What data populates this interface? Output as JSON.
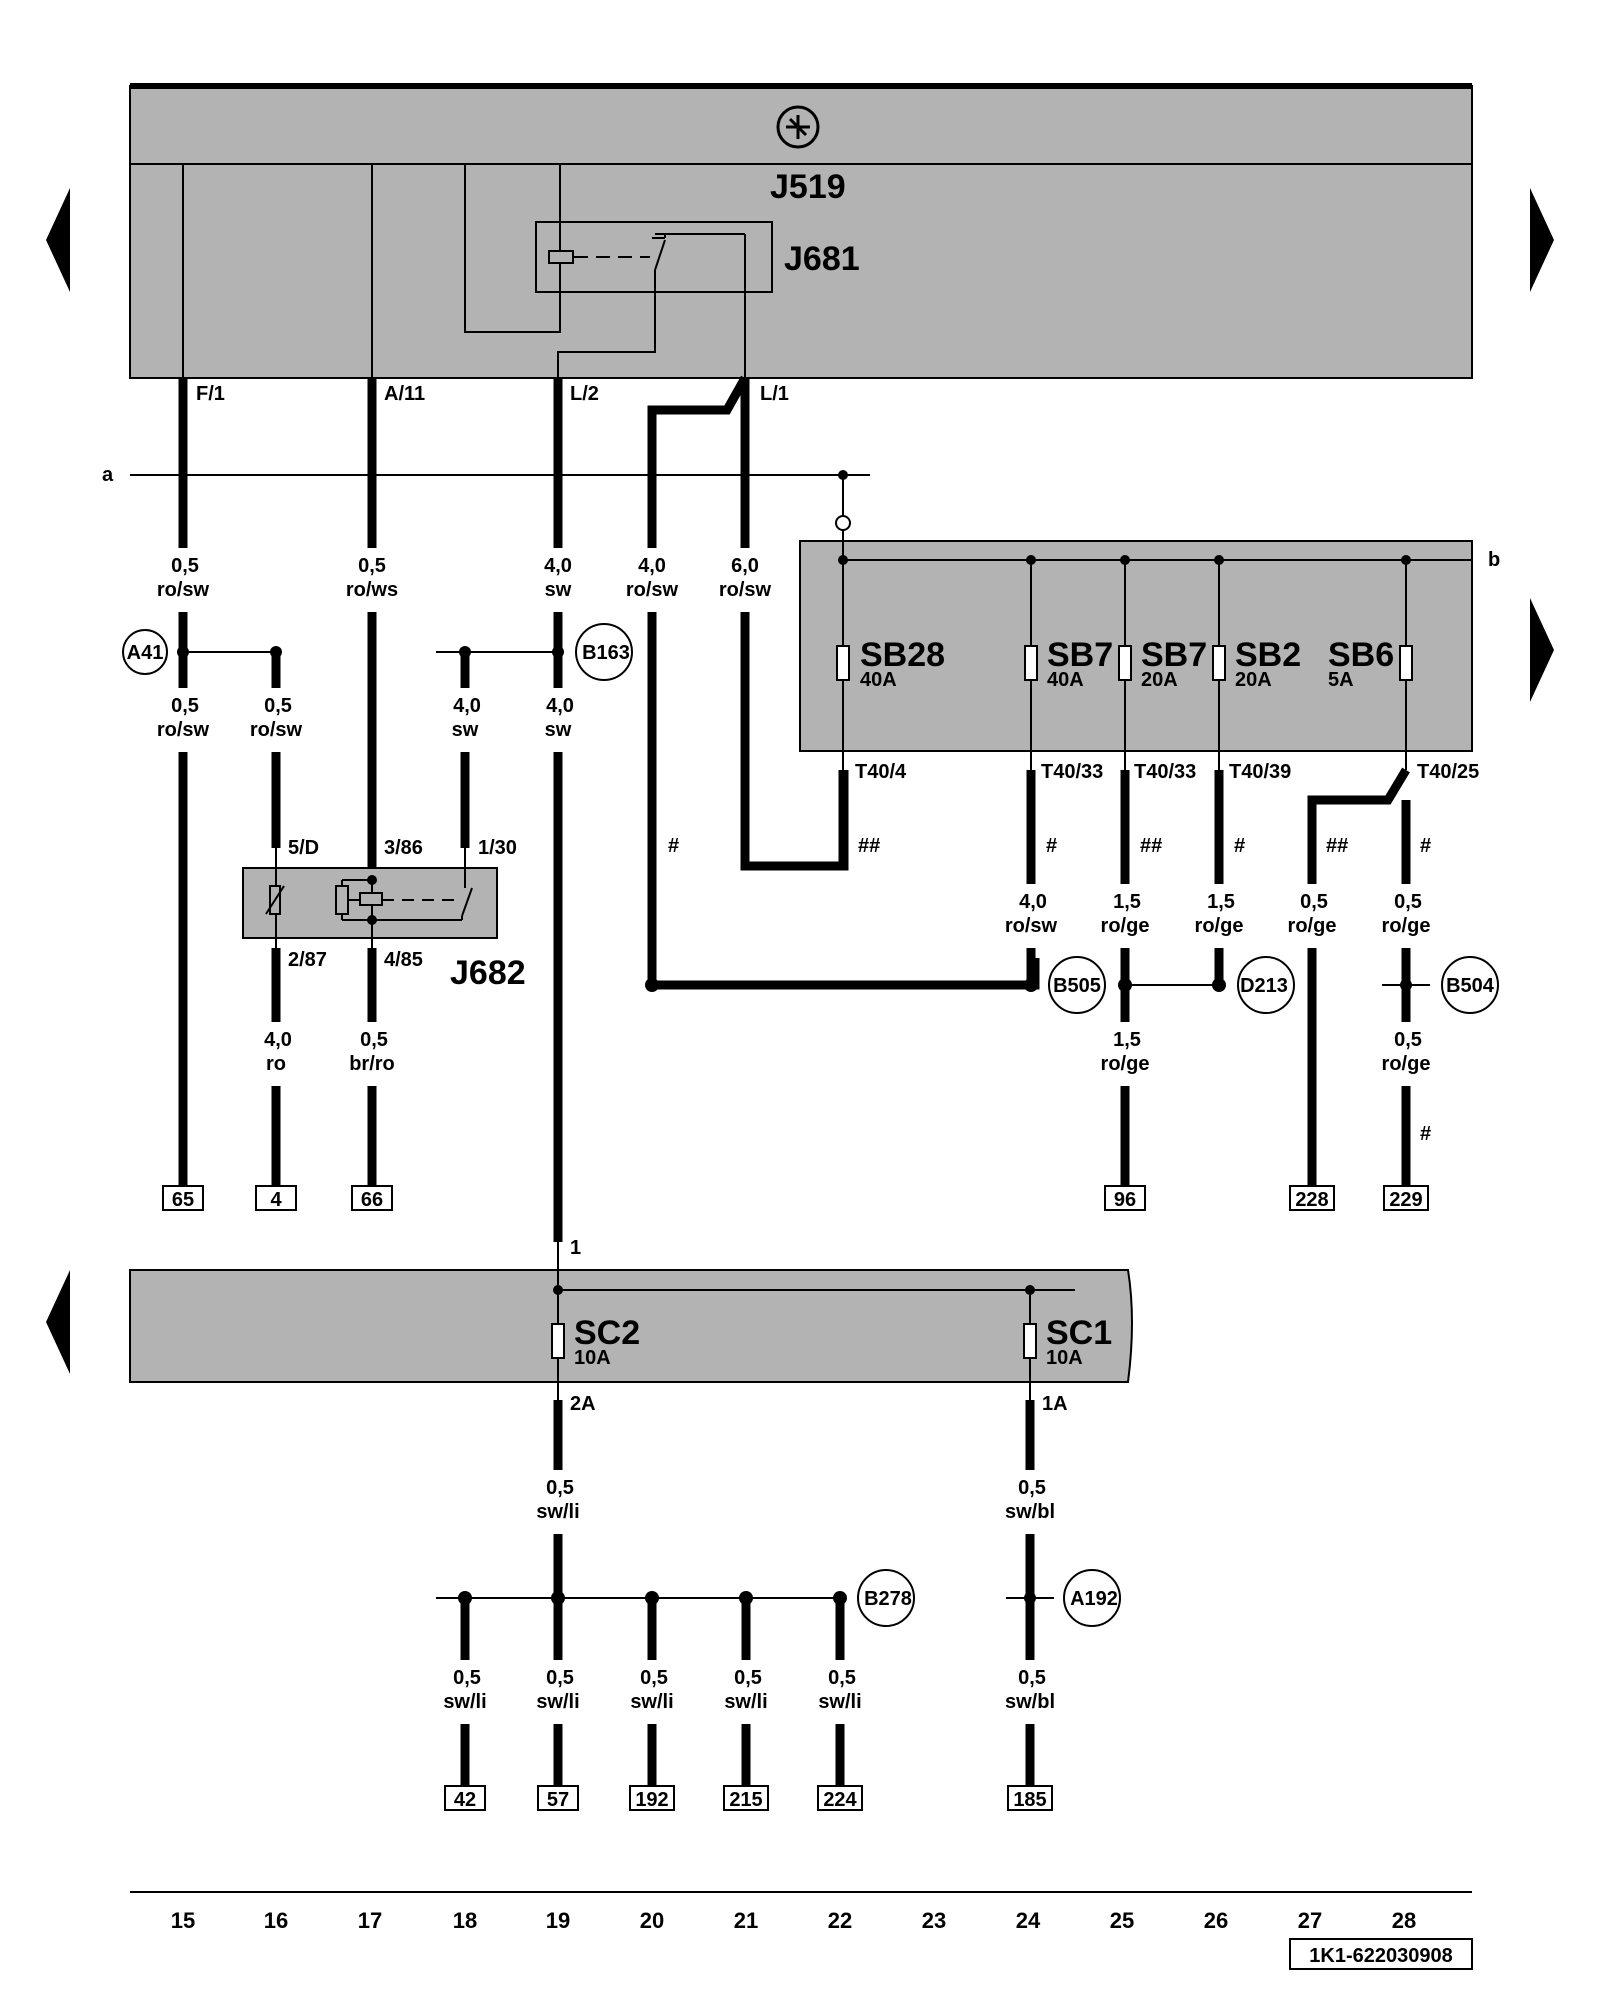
{
  "modules": {
    "j519": "J519",
    "j681": "J681",
    "j682": "J682"
  },
  "pins": {
    "f1": "F/1",
    "a11": "A/11",
    "l2": "L/2",
    "l1": "L/1",
    "d5": "5/D",
    "d386": "3/86",
    "d130": "1/30",
    "d287": "2/87",
    "d485": "4/85",
    "t40_4": "T40/4",
    "t40_33a": "T40/33",
    "t40_33b": "T40/33",
    "t40_39": "T40/39",
    "t40_25": "T40/25",
    "pin1": "1",
    "pin2a": "2A",
    "pin1a": "1A"
  },
  "refs": {
    "a": "a",
    "b": "b",
    "hash": "#",
    "dhash": "##"
  },
  "fuses": {
    "sb28": {
      "name": "SB28",
      "rating": "40A"
    },
    "sb7a": {
      "name": "SB7",
      "rating": "40A"
    },
    "sb7b": {
      "name": "SB7",
      "rating": "20A"
    },
    "sb2": {
      "name": "SB2",
      "rating": "20A"
    },
    "sb6": {
      "name": "SB6",
      "rating": "5A"
    },
    "sc2": {
      "name": "SC2",
      "rating": "10A"
    },
    "sc1": {
      "name": "SC1",
      "rating": "10A"
    }
  },
  "connectors": {
    "a41": "A41",
    "b163": "B163",
    "b505": "B505",
    "d213": "D213",
    "b504": "B504",
    "b278": "B278",
    "a192": "A192"
  },
  "wires": [
    {
      "size": "0,5",
      "color": "ro/sw"
    },
    {
      "size": "0,5",
      "color": "ro/ws"
    },
    {
      "size": "4,0",
      "color": "sw"
    },
    {
      "size": "4,0",
      "color": "ro/sw"
    },
    {
      "size": "6,0",
      "color": "ro/sw"
    },
    {
      "size": "0,5",
      "color": "ro/sw"
    },
    {
      "size": "0,5",
      "color": "ro/sw"
    },
    {
      "size": "4,0",
      "color": "sw"
    },
    {
      "size": "4,0",
      "color": "sw"
    },
    {
      "size": "4,0",
      "color": "ro"
    },
    {
      "size": "0,5",
      "color": "br/ro"
    },
    {
      "size": "4,0",
      "color": "ro/sw"
    },
    {
      "size": "1,5",
      "color": "ro/ge"
    },
    {
      "size": "1,5",
      "color": "ro/ge"
    },
    {
      "size": "0,5",
      "color": "ro/ge"
    },
    {
      "size": "0,5",
      "color": "ro/ge"
    },
    {
      "size": "1,5",
      "color": "ro/ge"
    },
    {
      "size": "0,5",
      "color": "ro/ge"
    },
    {
      "size": "0,5",
      "color": "sw/li"
    },
    {
      "size": "0,5",
      "color": "sw/bl"
    },
    {
      "size": "0,5",
      "color": "sw/li"
    },
    {
      "size": "0,5",
      "color": "sw/li"
    },
    {
      "size": "0,5",
      "color": "sw/li"
    },
    {
      "size": "0,5",
      "color": "sw/li"
    },
    {
      "size": "0,5",
      "color": "sw/li"
    },
    {
      "size": "0,5",
      "color": "sw/bl"
    }
  ],
  "terminals": [
    "65",
    "4",
    "66",
    "96",
    "228",
    "229",
    "42",
    "57",
    "192",
    "215",
    "224",
    "185"
  ],
  "columns": [
    "15",
    "16",
    "17",
    "18",
    "19",
    "20",
    "21",
    "22",
    "23",
    "24",
    "25",
    "26",
    "27",
    "28"
  ],
  "diagram_code": "1K1-622030908",
  "colors": {
    "module_fill": "#b3b3b3",
    "line": "#000000"
  }
}
